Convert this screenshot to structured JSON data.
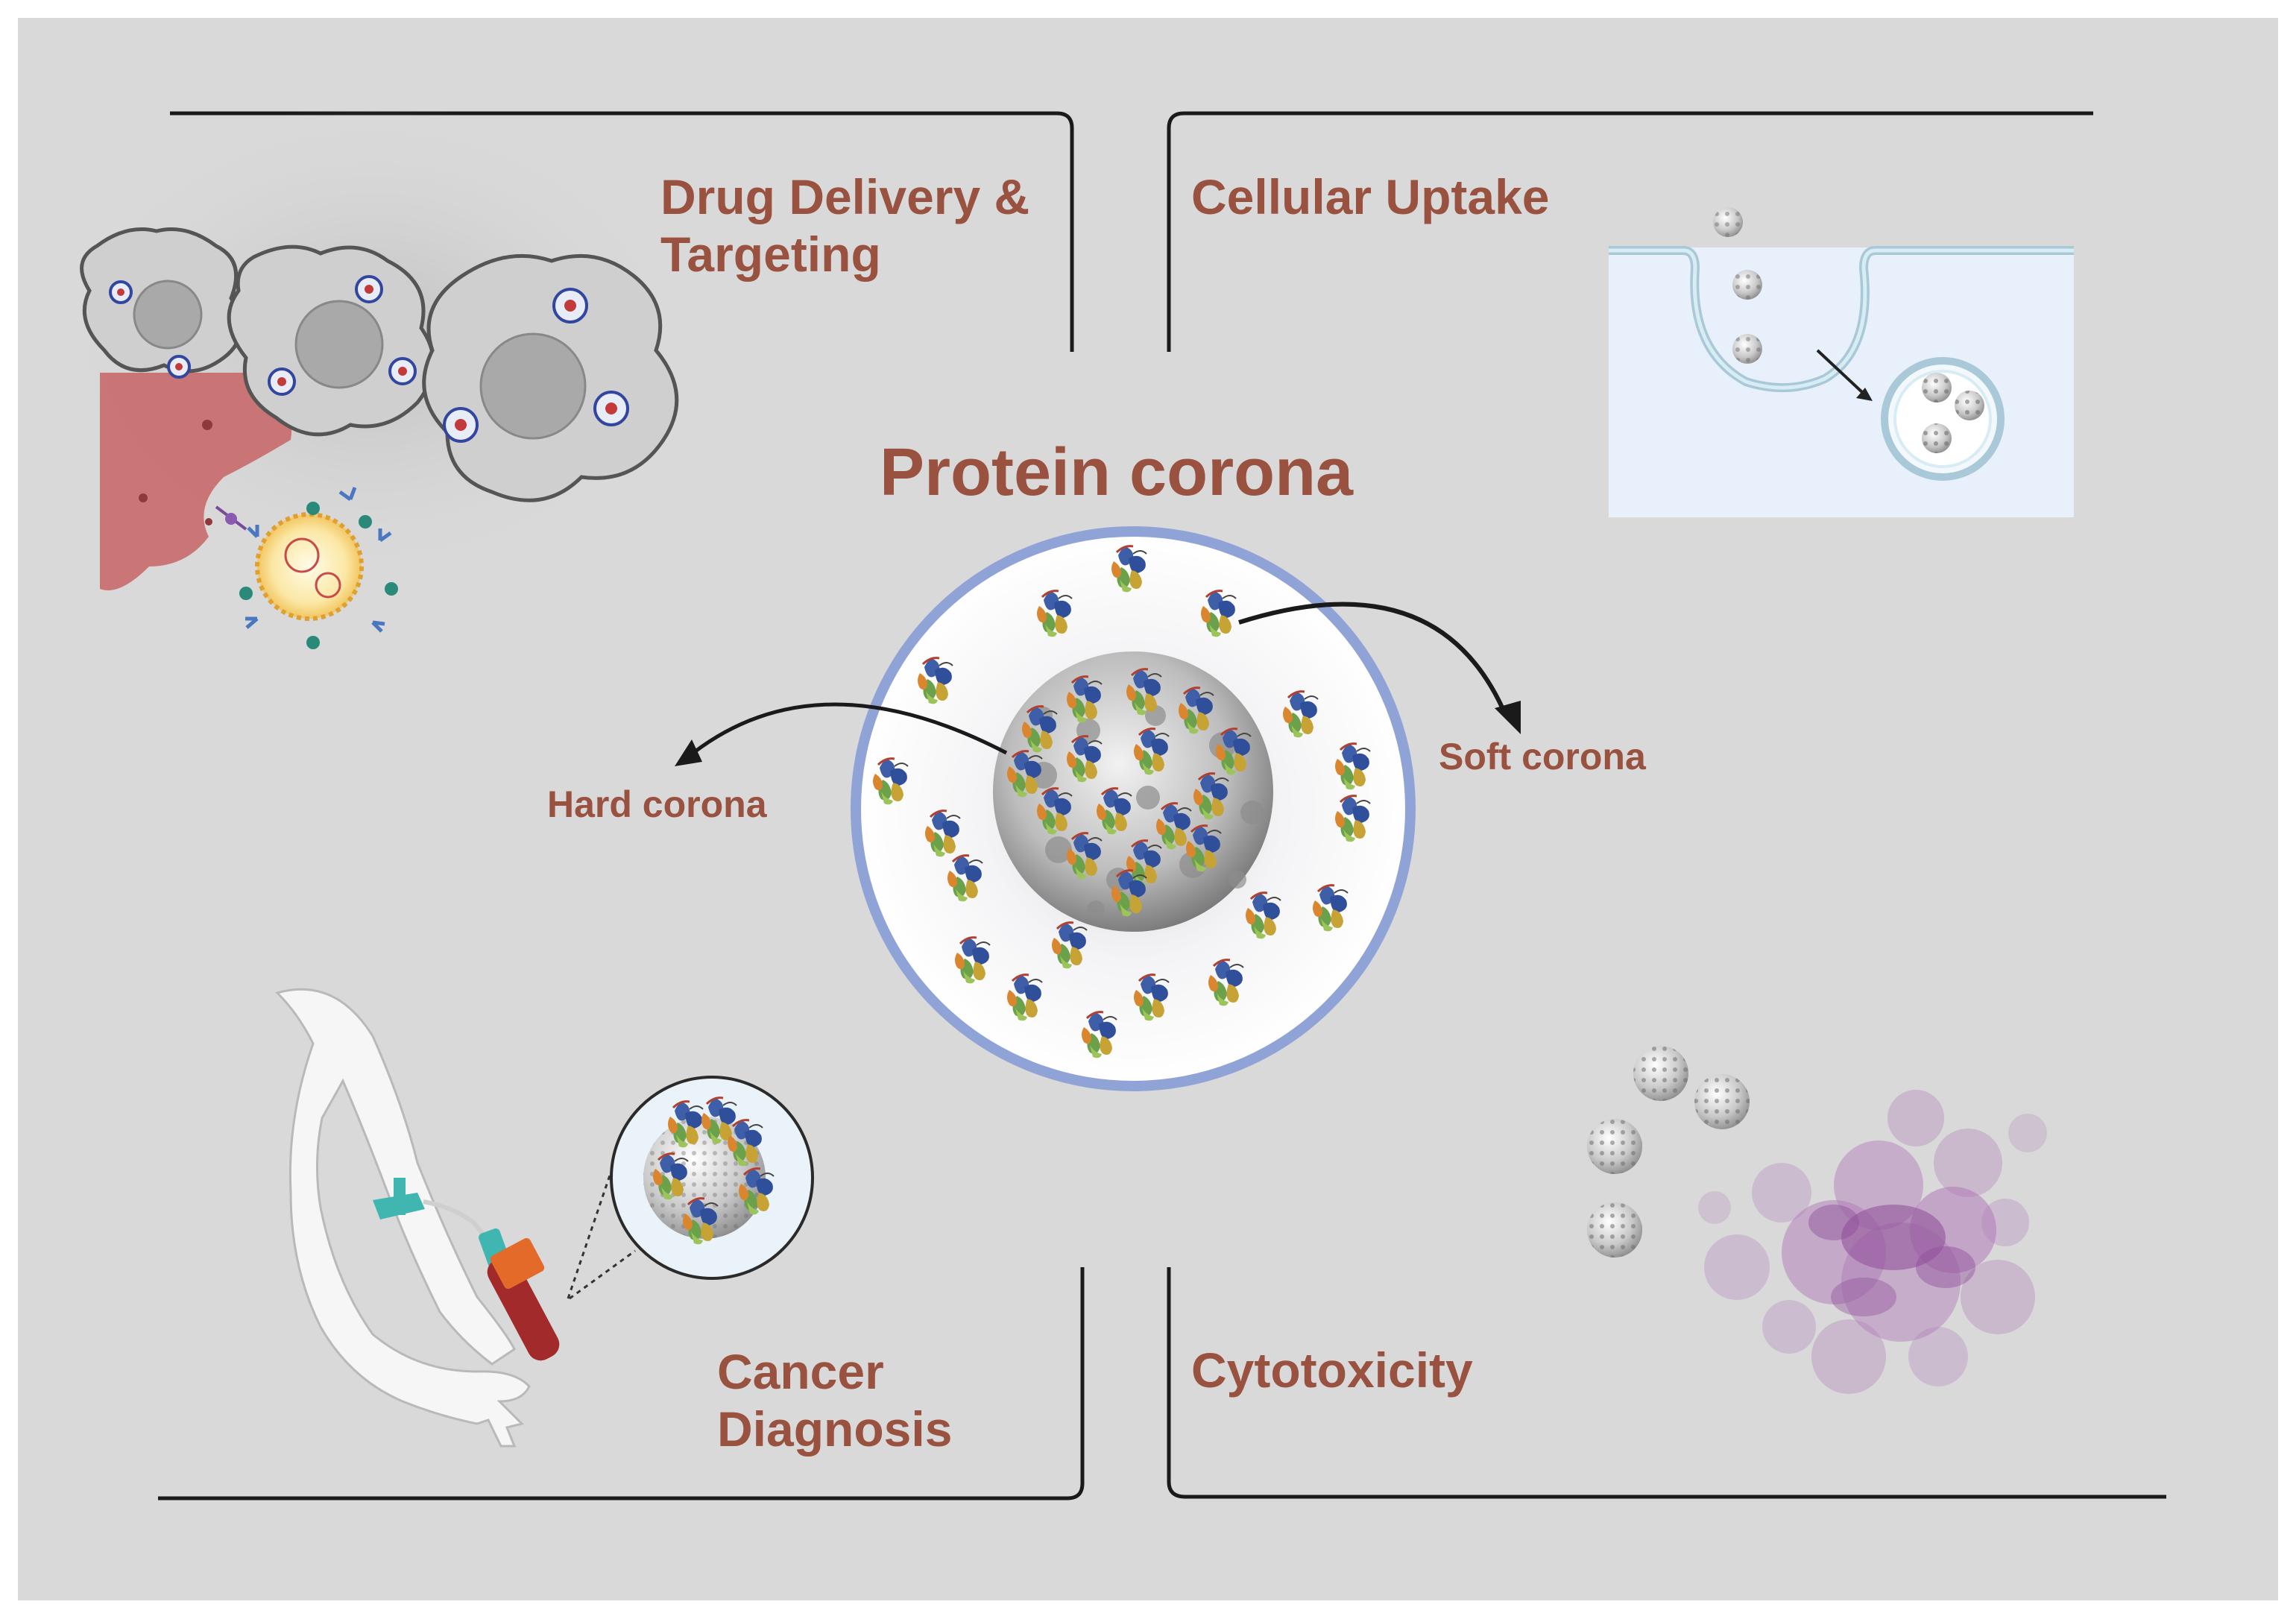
{
  "title": "Protein corona",
  "labels": {
    "hard": "Hard corona",
    "soft": "Soft corona"
  },
  "quadrants": {
    "drug_delivery": [
      "Drug Delivery &",
      "Targeting"
    ],
    "cellular_uptake": "Cellular Uptake",
    "cancer_diagnosis": [
      "Cancer",
      "Diagnosis"
    ],
    "cytotoxicity": "Cytotoxicity"
  },
  "colors": {
    "background": "#d9d9d9",
    "label": "#9a5240",
    "ring": "#8fa3d6",
    "frame_line": "#1a1a1a",
    "uptake_panel": "#e8f0fb",
    "cell_stain": "#b07ab8",
    "tumor": "#c96a6a"
  }
}
